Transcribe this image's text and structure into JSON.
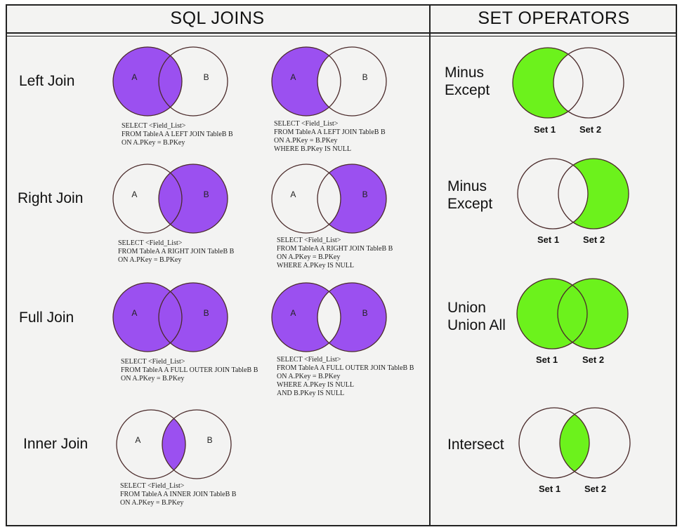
{
  "headers": {
    "sql_joins": "SQL JOINS",
    "set_operators": "SET OPERATORS"
  },
  "colors": {
    "purple": "#9b50f0",
    "green": "#6cf21c",
    "outline": "#4a2a2a"
  },
  "joins": {
    "left": {
      "label": "Left Join",
      "sql1": [
        "SELECT <Field_List>",
        "FROM TableA A LEFT JOIN TableB B",
        "ON A.PKey = B.PKey"
      ],
      "sql2": [
        "SELECT <Field_List>",
        "FROM TableA A LEFT JOIN TableB B",
        "ON A.PKey = B.PKey",
        "WHERE B.PKey IS NULL"
      ]
    },
    "right": {
      "label": "Right Join",
      "sql1": [
        "SELECT <Field_List>",
        "FROM TableA A RIGHT JOIN TableB B",
        "ON A.PKey = B.PKey"
      ],
      "sql2": [
        "SELECT <Field_List>",
        "FROM TableA A RIGHT JOIN TableB B",
        "ON A.PKey = B.PKey",
        "WHERE A.PKey IS NULL"
      ]
    },
    "full": {
      "label": "Full Join",
      "sql1": [
        "SELECT <Field_List>",
        "FROM TableA A FULL OUTER JOIN TableB B",
        "ON A.PKey = B.PKey"
      ],
      "sql2": [
        "SELECT <Field_List>",
        "FROM TableA A FULL OUTER JOIN TableB B",
        "ON A.PKey = B.PKey",
        "WHERE A.PKey IS NULL",
        "AND B.PKey IS NULL"
      ]
    },
    "inner": {
      "label": "Inner Join",
      "sql1": [
        "SELECT <Field_List>",
        "FROM TableA A INNER JOIN TableB B",
        "ON A.PKey = B.PKey"
      ]
    },
    "circle_a": "A",
    "circle_b": "B"
  },
  "sets": {
    "minus1": {
      "label": [
        "Minus",
        "Except"
      ]
    },
    "minus2": {
      "label": [
        "Minus",
        "Except"
      ]
    },
    "union": {
      "label": [
        "Union",
        "Union All"
      ]
    },
    "intersect": {
      "label": [
        "Intersect"
      ]
    },
    "set1": "Set 1",
    "set2": "Set 2"
  }
}
